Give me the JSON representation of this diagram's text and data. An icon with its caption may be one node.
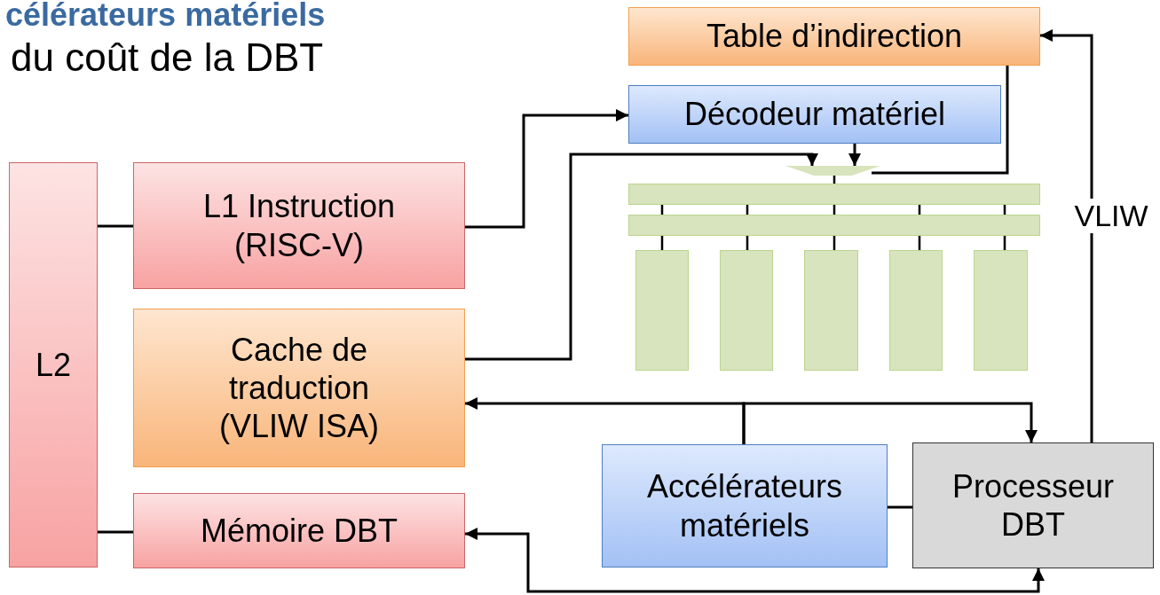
{
  "diagram": {
    "title": "célérateurs matériels",
    "nodes": [
      {
        "text": [
          "Table d’indirection"
        ]
      },
      {
        "text": [
          "Décodeur matériel"
        ]
      },
      {
        "text": [
          "L2"
        ]
      },
      {
        "text": [
          "L1 Instruction (RISC-V)"
        ]
      },
      {
        "text": [
          "Cache de traduction (VLIW ISA)"
        ]
      },
      {
        "text": [
          "Mémoire DBT"
        ]
      },
      {
        "text": [
          "Accélérateurs matériels"
        ]
      },
      {
        "text": [
          "Processeur DBT"
        ]
      },
      {
        "text": [],
        "shape": "trapezoid"
      },
      {
        "text": [],
        "shape": "bar"
      },
      {
        "text": [],
        "shape": "bar"
      },
      {
        "text": [],
        "shape": "box"
      },
      {
        "text": [],
        "shape": "box"
      },
      {
        "text": [],
        "shape": "box"
      },
      {
        "text": [],
        "shape": "box"
      },
      {
        "text": [],
        "shape": "box"
      }
    ],
    "edges": [
      {
        "from": 2,
        "to": 3,
        "arrow": "none"
      },
      {
        "from": 2,
        "to": 5,
        "arrow": "none"
      },
      {
        "from": 3,
        "to": 1,
        "arrow": "to"
      },
      {
        "from": 4,
        "to": 8,
        "arrow": "to"
      },
      {
        "from": 1,
        "to": 8,
        "arrow": "to"
      },
      {
        "from": 0,
        "to": 8,
        "arrow": "none"
      },
      {
        "from": 7,
        "to": 0,
        "arrow": "to",
        "label": "VLIW"
      },
      {
        "from": 6,
        "to": 4,
        "arrow": "to"
      },
      {
        "from": 6,
        "to": 7,
        "arrow": "to"
      },
      {
        "from": 6,
        "to": 7,
        "arrow": "none"
      },
      {
        "from": 5,
        "to": 7,
        "arrow": "both"
      },
      {
        "from": 8,
        "to": 9,
        "arrow": "none"
      },
      {
        "from": 9,
        "to": 10,
        "arrow": "none"
      },
      {
        "from": 9,
        "to": 10,
        "arrow": "none"
      },
      {
        "from": 9,
        "to": 10,
        "arrow": "none"
      },
      {
        "from": 9,
        "to": 10,
        "arrow": "none"
      },
      {
        "from": 9,
        "to": 10,
        "arrow": "none"
      },
      {
        "from": 10,
        "to": 11,
        "arrow": "none"
      },
      {
        "from": 10,
        "to": 12,
        "arrow": "none"
      },
      {
        "from": 10,
        "to": 13,
        "arrow": "none"
      },
      {
        "from": 10,
        "to": 14,
        "arrow": "none"
      },
      {
        "from": 10,
        "to": 15,
        "arrow": "none"
      }
    ],
    "labels": [
      "du coût de la DBT"
    ]
  }
}
